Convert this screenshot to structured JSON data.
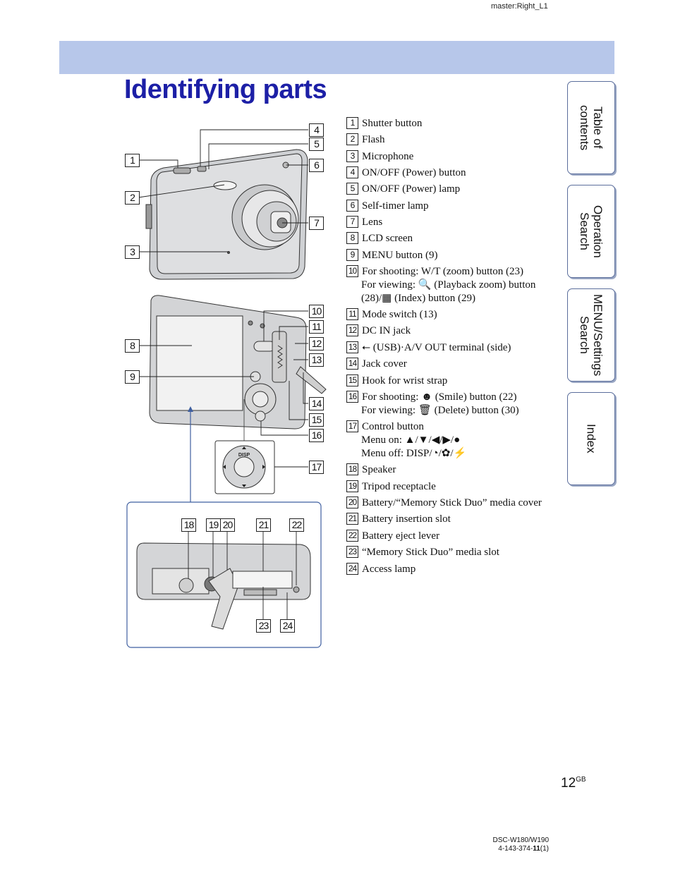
{
  "header": {
    "master_label": "master:Right_L1"
  },
  "page_title": "Identifying parts",
  "side_tabs": [
    {
      "label": "Table of\ncontents"
    },
    {
      "label": "Operation\nSearch"
    },
    {
      "label": "MENU/Settings\nSearch"
    },
    {
      "label": "Index"
    }
  ],
  "parts": [
    {
      "num": "1",
      "lines": [
        "Shutter button"
      ]
    },
    {
      "num": "2",
      "lines": [
        "Flash"
      ]
    },
    {
      "num": "3",
      "lines": [
        "Microphone"
      ]
    },
    {
      "num": "4",
      "lines": [
        "ON/OFF (Power) button"
      ]
    },
    {
      "num": "5",
      "lines": [
        "ON/OFF (Power) lamp"
      ]
    },
    {
      "num": "6",
      "lines": [
        "Self-timer lamp"
      ]
    },
    {
      "num": "7",
      "lines": [
        "Lens"
      ]
    },
    {
      "num": "8",
      "lines": [
        "LCD screen"
      ]
    },
    {
      "num": "9",
      "lines": [
        "MENU button (9)"
      ]
    },
    {
      "num": "10",
      "lines": [
        "For shooting: W/T (zoom) button (23)",
        "For viewing: 🔍 (Playback zoom) button",
        "(28)/▦ (Index) button (29)"
      ]
    },
    {
      "num": "11",
      "lines": [
        "Mode switch (13)"
      ]
    },
    {
      "num": "12",
      "lines": [
        "DC IN jack"
      ]
    },
    {
      "num": "13",
      "lines": [
        "⭠ (USB)·A/V OUT terminal (side)"
      ]
    },
    {
      "num": "14",
      "lines": [
        "Jack cover"
      ]
    },
    {
      "num": "15",
      "lines": [
        "Hook for wrist strap"
      ]
    },
    {
      "num": "16",
      "lines": [
        "For shooting: ☻ (Smile) button (22)",
        "For viewing: 🗑 (Delete) button (30)"
      ]
    },
    {
      "num": "17",
      "lines": [
        "Control button",
        "Menu on: ▲/▼/◀/▶/●",
        "Menu off: DISP/◔/✿/⚡"
      ]
    },
    {
      "num": "18",
      "lines": [
        "Speaker"
      ]
    },
    {
      "num": "19",
      "lines": [
        "Tripod receptacle"
      ]
    },
    {
      "num": "20",
      "lines": [
        "Battery/“Memory Stick Duo” media cover"
      ]
    },
    {
      "num": "21",
      "lines": [
        "Battery insertion slot"
      ]
    },
    {
      "num": "22",
      "lines": [
        "Battery eject lever"
      ]
    },
    {
      "num": "23",
      "lines": [
        "“Memory Stick Duo” media slot"
      ]
    },
    {
      "num": "24",
      "lines": [
        "Access lamp"
      ]
    }
  ],
  "control_button_label": "DISP",
  "page_number": "12",
  "page_suffix": "GB",
  "footer": {
    "model": "DSC-W180/W190",
    "code_prefix": "4-143-374-",
    "code_bold": "11",
    "code_suffix": "(1)"
  }
}
